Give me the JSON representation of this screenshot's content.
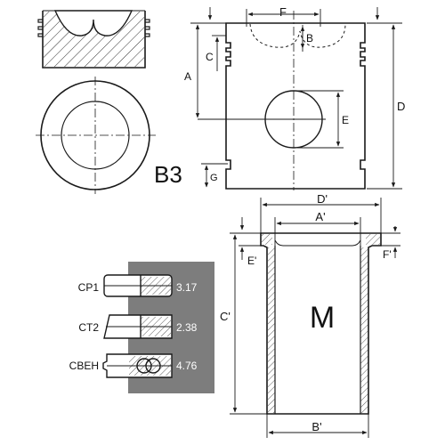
{
  "labels": {
    "model_code": "B3",
    "top_width": "F",
    "pin_offset": "B",
    "ring_zone": "C",
    "compression_height": "A",
    "pin_bore": "E",
    "total_height": "D",
    "bottom_ring": "G",
    "liner_flange_diameter": "D'",
    "liner_inner_diameter": "A'",
    "liner_outer_diameter": "B'",
    "liner_length": "C'",
    "flange_height": "E'",
    "flange_step": "F'",
    "liner_marker": "M"
  },
  "rings": [
    {
      "code": "CP1",
      "value": "3.17",
      "style": "compression"
    },
    {
      "code": "CT2",
      "value": "2.38",
      "style": "taper"
    },
    {
      "code": "CBEH",
      "value": "4.76",
      "style": "oil"
    }
  ],
  "colors": {
    "line": "#1a1a1a",
    "ring_panel": "#7d7d7d",
    "ring_value_text": "#ffffff",
    "hatch": "#333333"
  }
}
